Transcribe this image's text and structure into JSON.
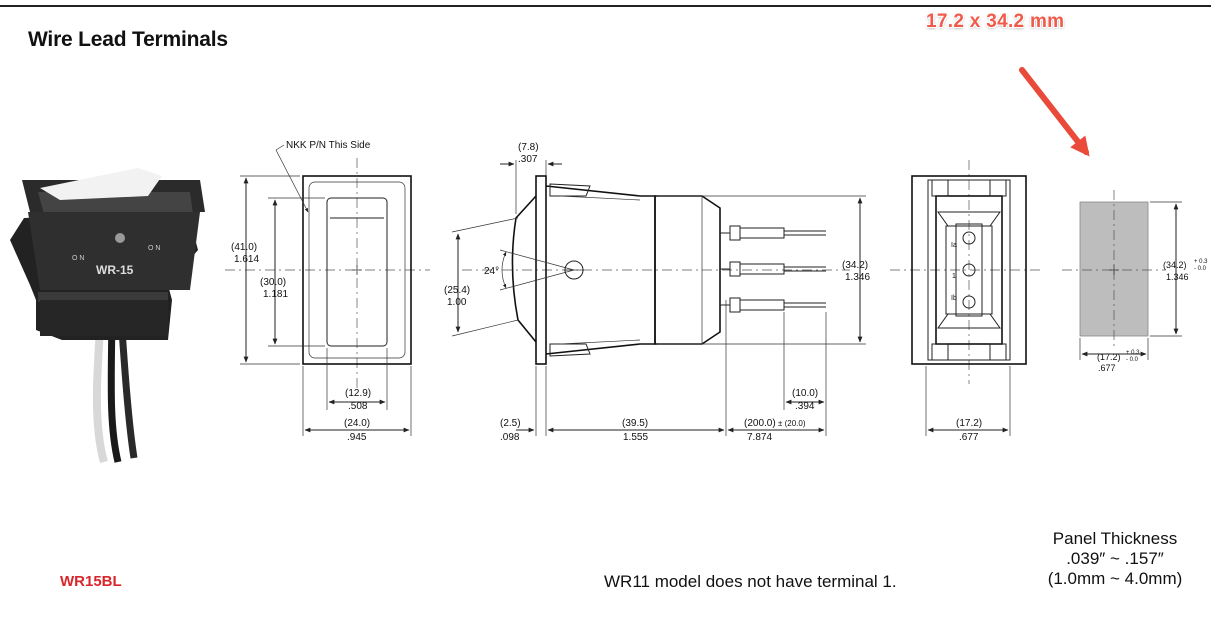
{
  "title": "Wire Lead Terminals",
  "callout": "17.2 x 34.2 mm",
  "part_number": "WR15BL",
  "note": "WR11 model does not have terminal 1.",
  "panel": {
    "heading": "Panel Thickness",
    "inch": ".039″ ~ .157″",
    "mm": "(1.0mm ~ 4.0mm)"
  },
  "photo": {
    "model": "WR-15",
    "on_left": "O N",
    "on_right": "O N"
  },
  "front_view": {
    "pn_note": "NKK P/N This Side",
    "height_mm": "(41.0)",
    "height_in": "1.614",
    "inner_h_mm": "(30.0)",
    "inner_h_in": "1.181",
    "inner_w_mm": "(12.9)",
    "inner_w_in": ".508",
    "width_mm": "(24.0)",
    "width_in": ".945"
  },
  "side_view": {
    "top_mm": "(7.8)",
    "top_in": ".307",
    "angle": "24°",
    "rocker_mm": "(25.4)",
    "rocker_in": "1.00",
    "body_h_mm": "(34.2)",
    "body_h_in": "1.346",
    "flange_mm": "(2.5)",
    "flange_in": ".098",
    "body_l_mm": "(39.5)",
    "body_l_in": "1.555",
    "lead_l_mm": "(200.0)",
    "lead_tol": "± (20.0)",
    "lead_l_in": "7.874",
    "lead_sp_mm": "(10.0)",
    "lead_sp_in": ".394"
  },
  "rear_view": {
    "term_a": "Ia",
    "term_1": "1",
    "term_b": "Ib",
    "width_mm": "(17.2)",
    "width_in": ".677"
  },
  "cutout": {
    "height_mm": "(34.2)",
    "height_in": "1.346",
    "h_tol_plus": "+ 0.3",
    "h_tol_minus": "- 0.0",
    "width_mm": "(17.2)",
    "width_in": ".677",
    "w_tol_plus": "+ 0.3",
    "w_tol_minus": "- 0.0"
  },
  "colors": {
    "part_number": "#d9262b",
    "callout": "#f05a4a",
    "arrow": "#ea4a3a",
    "cutout_fill": "#bdbdbd"
  }
}
